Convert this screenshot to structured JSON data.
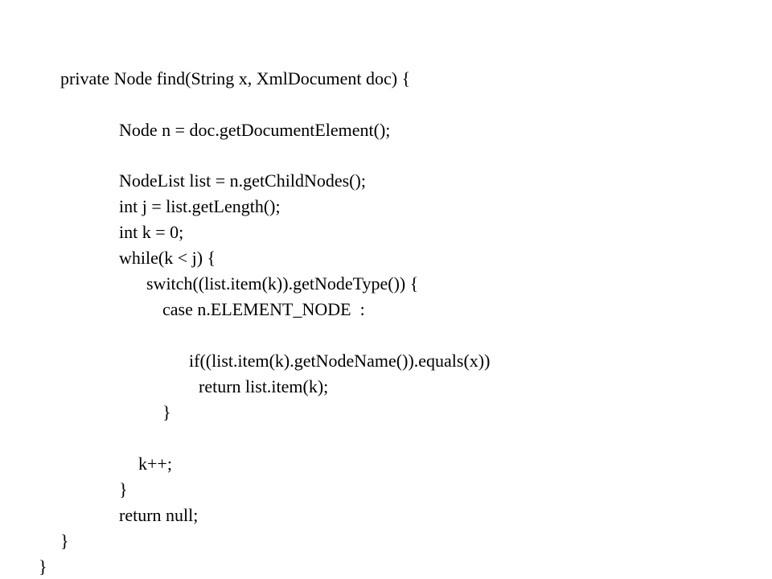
{
  "slide": {
    "code_lines": [
      "private Node find(String x, XmlDocument doc) {",
      "Node n = doc.getDocumentElement();",
      "NodeList list = n.getChildNodes();",
      "int j = list.getLength();",
      "int k = 0;",
      "while(k < j) {",
      "switch((list.item(k)).getNodeType()) {",
      "case n.ELEMENT_NODE  :",
      "if((list.item(k).getNodeName()).equals(x))",
      "return list.item(k);",
      "}",
      "k++;",
      "}",
      "return null;",
      "}",
      "}"
    ]
  }
}
